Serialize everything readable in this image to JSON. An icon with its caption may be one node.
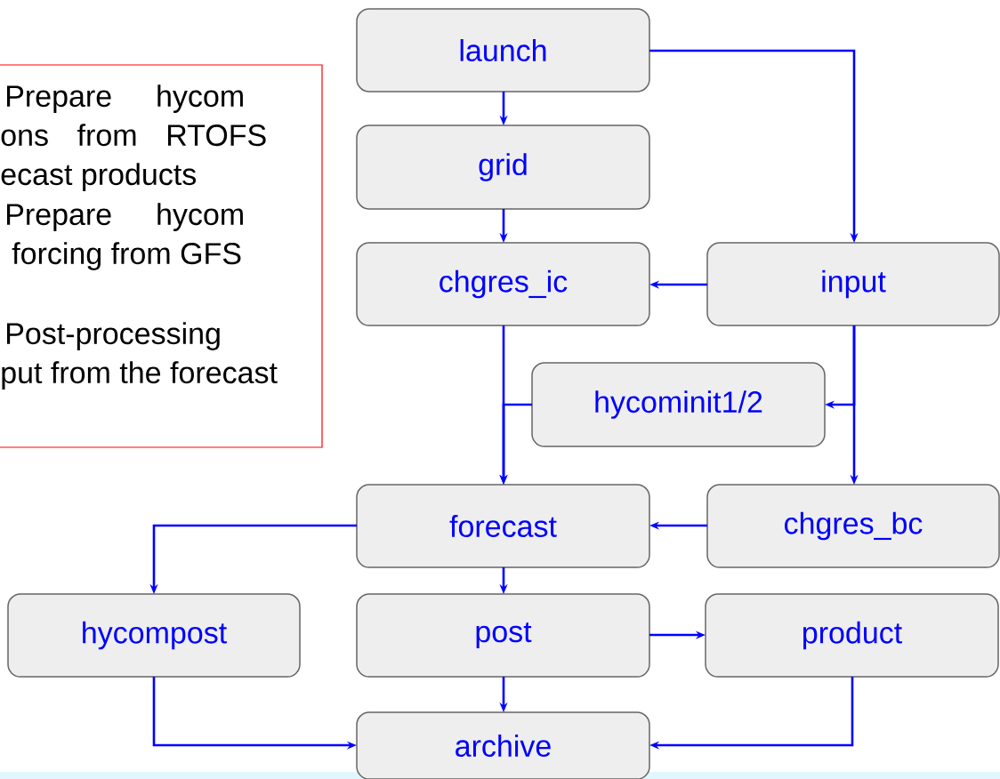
{
  "diagram": {
    "nodes": [
      {
        "text": [
          "Prepare hycom ons from RTOFS ecast products",
          "Prepare hycom forcing from GFS",
          "Post-processing put from the forecast"
        ]
      },
      {
        "text": [
          "launch"
        ]
      },
      {
        "text": [
          "grid"
        ]
      },
      {
        "text": [
          "chgres_ic"
        ]
      },
      {
        "text": [
          "input"
        ]
      },
      {
        "text": [
          "hycominit1/2"
        ]
      },
      {
        "text": [
          "forecast"
        ]
      },
      {
        "text": [
          "chgres_bc"
        ]
      },
      {
        "text": [
          "hycompost"
        ]
      },
      {
        "text": [
          "post"
        ]
      },
      {
        "text": [
          "product"
        ]
      },
      {
        "text": [
          "archive"
        ]
      }
    ],
    "edges": [
      {
        "from": 1,
        "to": 2,
        "arrow": "to"
      },
      {
        "from": 1,
        "to": 4,
        "arrow": "to"
      },
      {
        "from": 2,
        "to": 3,
        "arrow": "to"
      },
      {
        "from": 4,
        "to": 3,
        "arrow": "to"
      },
      {
        "from": 3,
        "to": 6,
        "arrow": "to"
      },
      {
        "from": 5,
        "to": 6,
        "arrow": "to"
      },
      {
        "from": 4,
        "to": 5,
        "arrow": "to"
      },
      {
        "from": 4,
        "to": 7,
        "arrow": "to"
      },
      {
        "from": 7,
        "to": 6,
        "arrow": "to"
      },
      {
        "from": 6,
        "to": 8,
        "arrow": "to"
      },
      {
        "from": 6,
        "to": 9,
        "arrow": "to"
      },
      {
        "from": 9,
        "to": 10,
        "arrow": "to"
      },
      {
        "from": 9,
        "to": 11,
        "arrow": "to"
      },
      {
        "from": 8,
        "to": 11,
        "arrow": "to"
      },
      {
        "from": 10,
        "to": 11,
        "arrow": "to"
      }
    ]
  }
}
